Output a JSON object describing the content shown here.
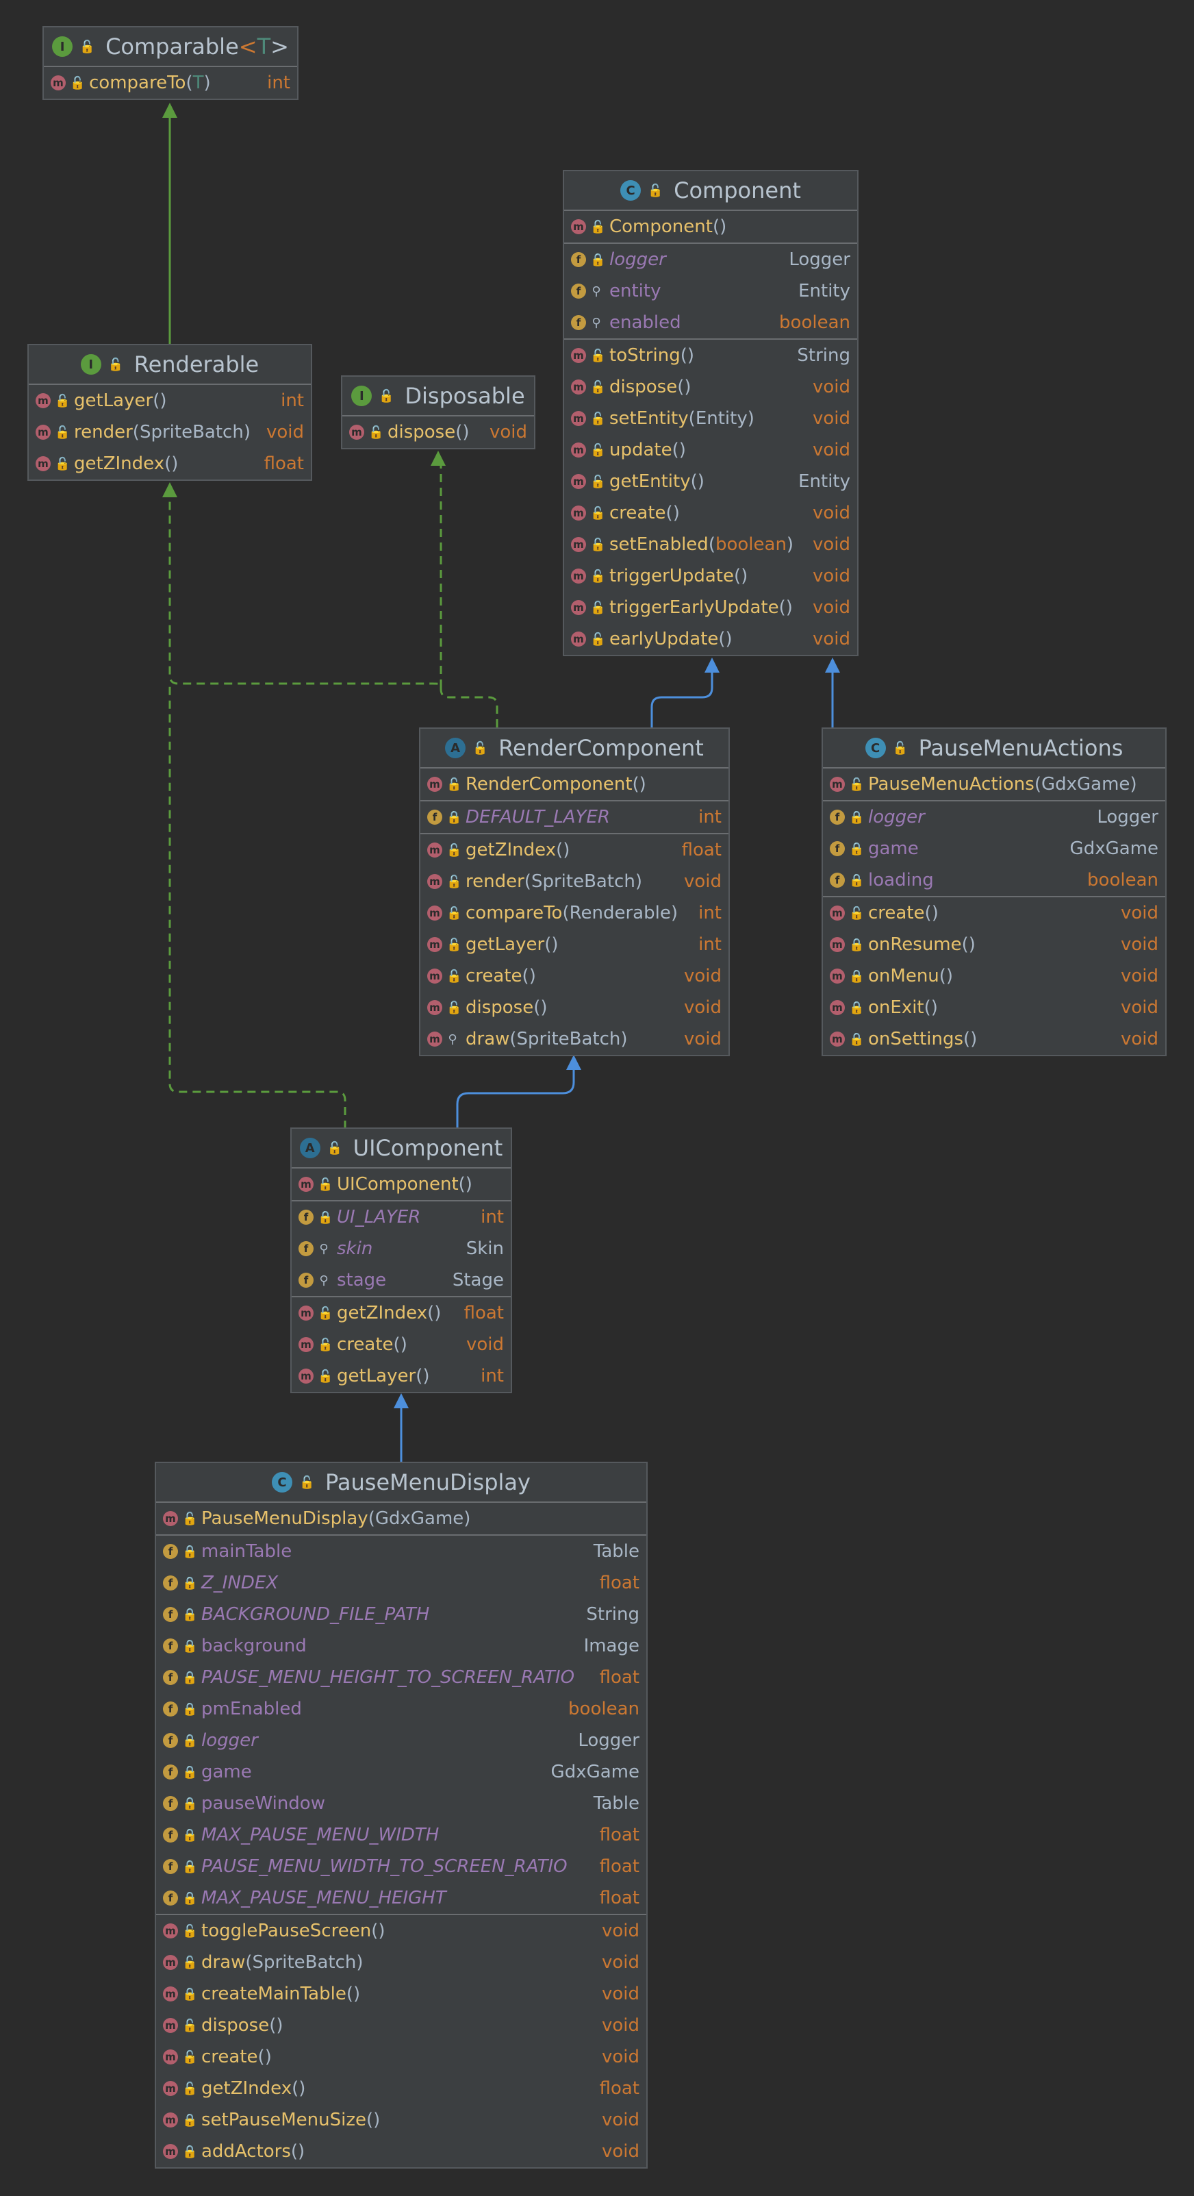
{
  "colors": {
    "background": "#2b2b2b",
    "box_fill": "#3c3f41",
    "method_name": "#e7c16b",
    "field_name": "#9a79b3",
    "primitive_type": "#cc7832",
    "object_type": "#a9b7c6",
    "implements_arrow": "#5b9b3e",
    "extends_arrow": "#4d8fdc"
  },
  "icons": {
    "class": "class-icon",
    "abstract_class": "abstract-class-icon",
    "interface": "interface-icon",
    "method": "method-icon",
    "field": "field-icon",
    "public": "unlocked-icon",
    "private": "lock-icon",
    "package": "pin-icon"
  },
  "classes": {
    "comparable": {
      "name": "Comparable",
      "generic_open": "<",
      "generic_param": "T",
      "generic_close": ">",
      "members": [
        {
          "name": "compareTo",
          "params": "T",
          "type": "int"
        }
      ]
    },
    "renderable": {
      "name": "Renderable",
      "members": [
        {
          "name": "getLayer",
          "params": "",
          "type": "int"
        },
        {
          "name": "render",
          "params": "SpriteBatch",
          "type": "void"
        },
        {
          "name": "getZIndex",
          "params": "",
          "type": "float"
        }
      ]
    },
    "disposable": {
      "name": "Disposable",
      "members": [
        {
          "name": "dispose",
          "params": "",
          "type": "void"
        }
      ]
    },
    "component": {
      "name": "Component",
      "constructor": {
        "name": "Component",
        "params": ""
      },
      "fields": [
        {
          "name": "logger",
          "type": "Logger"
        },
        {
          "name": "entity",
          "type": "Entity"
        },
        {
          "name": "enabled",
          "type": "boolean"
        }
      ],
      "methods": [
        {
          "name": "toString",
          "params": "",
          "type": "String"
        },
        {
          "name": "dispose",
          "params": "",
          "type": "void"
        },
        {
          "name": "setEntity",
          "params": "Entity",
          "type": "void"
        },
        {
          "name": "update",
          "params": "",
          "type": "void"
        },
        {
          "name": "getEntity",
          "params": "",
          "type": "Entity"
        },
        {
          "name": "create",
          "params": "",
          "type": "void"
        },
        {
          "name": "setEnabled",
          "params": "boolean",
          "type": "void"
        },
        {
          "name": "triggerUpdate",
          "params": "",
          "type": "void"
        },
        {
          "name": "triggerEarlyUpdate",
          "params": "",
          "type": "void"
        },
        {
          "name": "earlyUpdate",
          "params": "",
          "type": "void"
        }
      ]
    },
    "render_component": {
      "name": "RenderComponent",
      "constructor": {
        "name": "RenderComponent",
        "params": ""
      },
      "fields": [
        {
          "name": "DEFAULT_LAYER",
          "type": "int"
        }
      ],
      "methods": [
        {
          "name": "getZIndex",
          "params": "",
          "type": "float"
        },
        {
          "name": "render",
          "params": "SpriteBatch",
          "type": "void"
        },
        {
          "name": "compareTo",
          "params": "Renderable",
          "type": "int"
        },
        {
          "name": "getLayer",
          "params": "",
          "type": "int"
        },
        {
          "name": "create",
          "params": "",
          "type": "void"
        },
        {
          "name": "dispose",
          "params": "",
          "type": "void"
        },
        {
          "name": "draw",
          "params": "SpriteBatch",
          "type": "void"
        }
      ]
    },
    "pause_menu_actions": {
      "name": "PauseMenuActions",
      "constructor": {
        "name": "PauseMenuActions",
        "params": "GdxGame"
      },
      "fields": [
        {
          "name": "logger",
          "type": "Logger"
        },
        {
          "name": "game",
          "type": "GdxGame"
        },
        {
          "name": "loading",
          "type": "boolean"
        }
      ],
      "methods": [
        {
          "name": "create",
          "params": "",
          "type": "void"
        },
        {
          "name": "onResume",
          "params": "",
          "type": "void"
        },
        {
          "name": "onMenu",
          "params": "",
          "type": "void"
        },
        {
          "name": "onExit",
          "params": "",
          "type": "void"
        },
        {
          "name": "onSettings",
          "params": "",
          "type": "void"
        }
      ]
    },
    "ui_component": {
      "name": "UIComponent",
      "constructor": {
        "name": "UIComponent",
        "params": ""
      },
      "fields": [
        {
          "name": "UI_LAYER",
          "type": "int"
        },
        {
          "name": "skin",
          "type": "Skin"
        },
        {
          "name": "stage",
          "type": "Stage"
        }
      ],
      "methods": [
        {
          "name": "getZIndex",
          "params": "",
          "type": "float"
        },
        {
          "name": "create",
          "params": "",
          "type": "void"
        },
        {
          "name": "getLayer",
          "params": "",
          "type": "int"
        }
      ]
    },
    "pause_menu_display": {
      "name": "PauseMenuDisplay",
      "constructor": {
        "name": "PauseMenuDisplay",
        "params": "GdxGame"
      },
      "fields": [
        {
          "name": "mainTable",
          "type": "Table"
        },
        {
          "name": "Z_INDEX",
          "type": "float"
        },
        {
          "name": "BACKGROUND_FILE_PATH",
          "type": "String"
        },
        {
          "name": "background",
          "type": "Image"
        },
        {
          "name": "PAUSE_MENU_HEIGHT_TO_SCREEN_RATIO",
          "type": "float"
        },
        {
          "name": "pmEnabled",
          "type": "boolean"
        },
        {
          "name": "logger",
          "type": "Logger"
        },
        {
          "name": "game",
          "type": "GdxGame"
        },
        {
          "name": "pauseWindow",
          "type": "Table"
        },
        {
          "name": "MAX_PAUSE_MENU_WIDTH",
          "type": "float"
        },
        {
          "name": "PAUSE_MENU_WIDTH_TO_SCREEN_RATIO",
          "type": "float"
        },
        {
          "name": "MAX_PAUSE_MENU_HEIGHT",
          "type": "float"
        }
      ],
      "methods": [
        {
          "name": "togglePauseScreen",
          "params": "",
          "type": "void"
        },
        {
          "name": "draw",
          "params": "SpriteBatch",
          "type": "void"
        },
        {
          "name": "createMainTable",
          "params": "",
          "type": "void"
        },
        {
          "name": "dispose",
          "params": "",
          "type": "void"
        },
        {
          "name": "create",
          "params": "",
          "type": "void"
        },
        {
          "name": "getZIndex",
          "params": "",
          "type": "float"
        },
        {
          "name": "setPauseMenuSize",
          "params": "",
          "type": "void"
        },
        {
          "name": "addActors",
          "params": "",
          "type": "void"
        }
      ]
    }
  }
}
